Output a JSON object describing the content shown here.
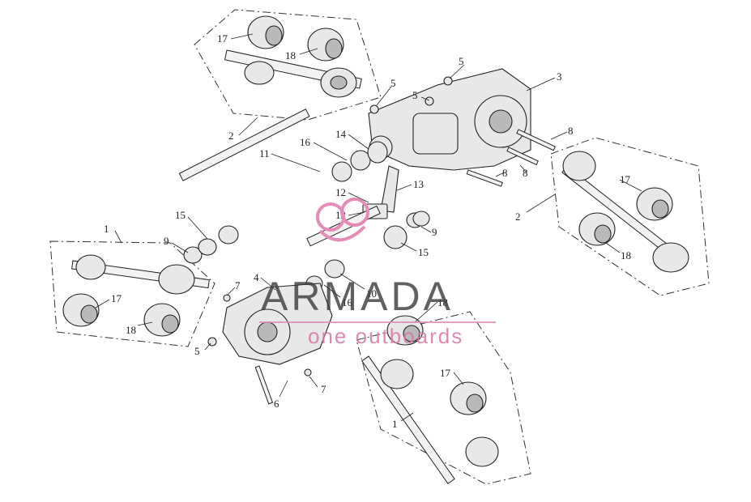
{
  "callouts": {
    "c1a": "1",
    "c1b": "1",
    "c2a": "2",
    "c2b": "2",
    "c3": "3",
    "c4": "4",
    "c5a": "5",
    "c5b": "5",
    "c5c": "5",
    "c5d": "5",
    "c6": "6",
    "c7a": "7",
    "c7b": "7",
    "c8a": "8",
    "c8b": "8",
    "c8c": "8",
    "c9a": "9",
    "c9b": "9",
    "c10": "10",
    "c11": "11",
    "c12a": "12",
    "c12b": "12",
    "c13": "13",
    "c14": "14",
    "c15a": "15",
    "c15b": "15",
    "c16a": "16",
    "c16b": "16",
    "c17a": "17",
    "c17b": "17",
    "c17c": "17",
    "c18a": "18",
    "c18b": "18",
    "c18c": "18"
  },
  "watermark": {
    "brand": "ARMADA",
    "tagline": "one outboards",
    "color_brand": "#3a3a3a",
    "color_accent": "#e58bb8"
  }
}
